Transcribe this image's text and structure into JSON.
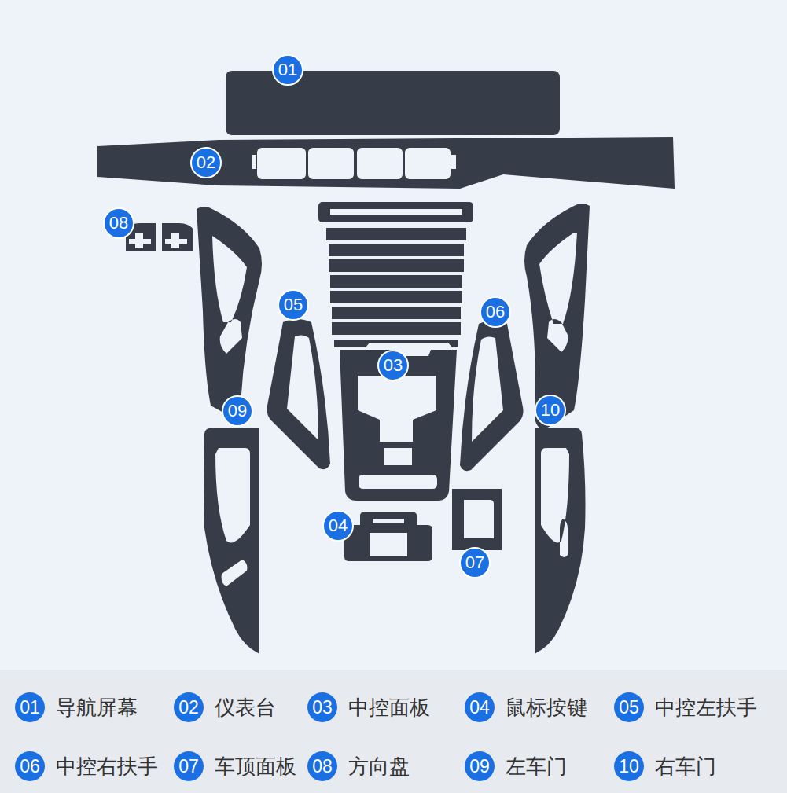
{
  "diagram": {
    "labels": [
      "01",
      "02",
      "03",
      "04",
      "05",
      "06",
      "07",
      "08",
      "09",
      "10",
      "01",
      "02",
      "03",
      "04",
      "05",
      "06",
      "07",
      "08",
      "09",
      "10"
    ],
    "legend": [
      {
        "text": "导航屏幕"
      },
      {
        "text": "仪表台"
      },
      {
        "text": "中控面板"
      },
      {
        "text": "鼠标按键"
      },
      {
        "text": "中控左扶手"
      },
      {
        "text": "中控右扶手"
      },
      {
        "text": "车顶面板"
      },
      {
        "text": "方向盘"
      },
      {
        "text": "左车门"
      },
      {
        "text": "右车门"
      }
    ]
  }
}
